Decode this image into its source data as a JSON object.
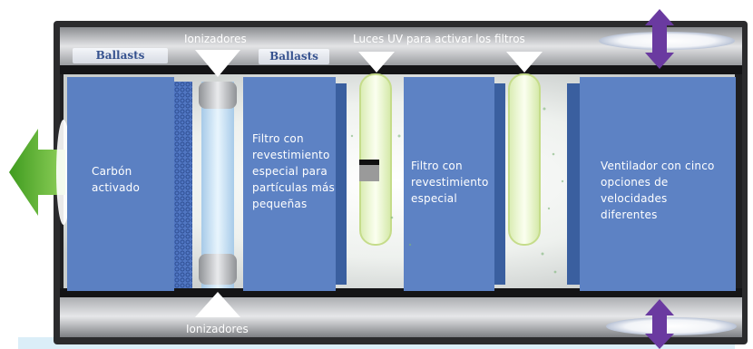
{
  "labels": {
    "ionizadores_top": "Ionizadores",
    "ionizadores_bottom": "Ionizadores",
    "luces_uv": "Luces UV para activar los filtros",
    "ballasts_1": "Ballasts",
    "ballasts_2": "Ballasts",
    "carbon": "Carbón activado",
    "filtro_particulas": "Filtro con revestimiento especial para partículas más pequeñas",
    "filtro_especial": "Filtro con revestimiento especial",
    "ventilador": "Ventilador con cinco opciones de velocidades diferentes"
  },
  "colors": {
    "panel": "#5b80c2",
    "housing_dark": "#2b2b2d",
    "housing_metal": "#c8c9cb",
    "airflow_arrow": "#5cb531",
    "fan_arrow": "#6a3aa0"
  },
  "icons": {
    "airflow_out": "green-arrow-left",
    "fan_air": "purple-double-arrow"
  }
}
